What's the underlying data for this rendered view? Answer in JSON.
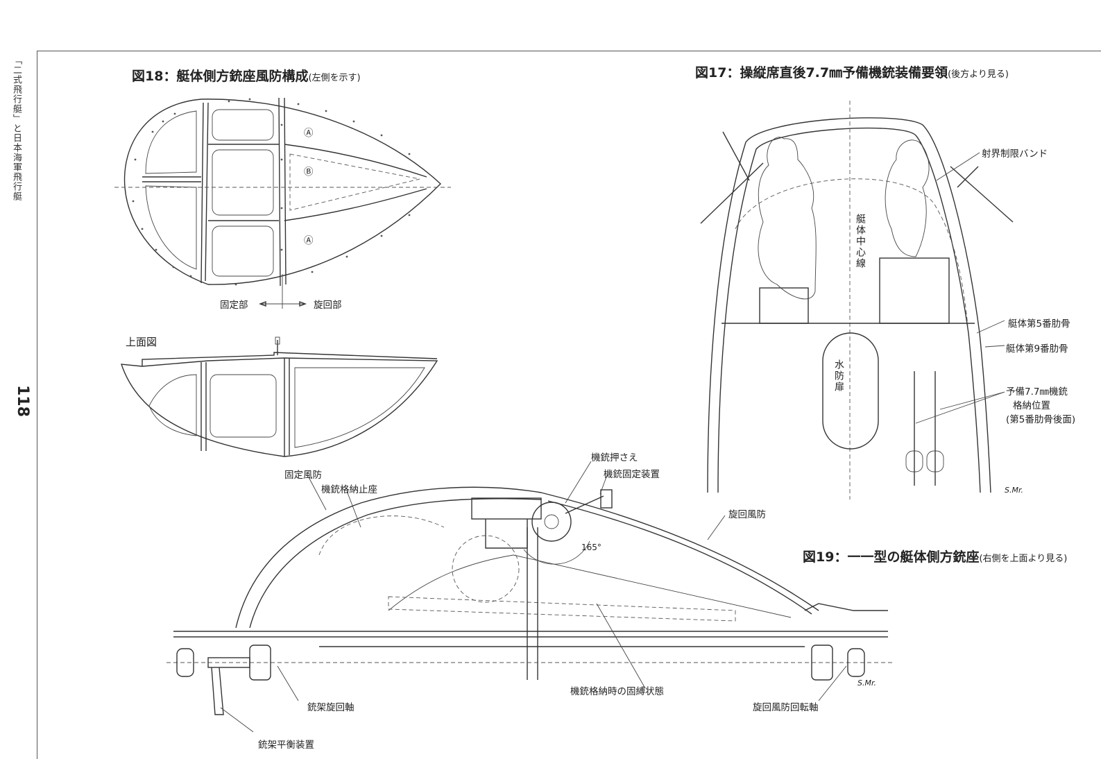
{
  "side_title": "「二式飛行艇」と日本海軍飛行艇",
  "page_number": "118",
  "fig18": {
    "title": "図18：艇体側方銃座風防構成",
    "subtitle": "(左側を示す)",
    "marker_a": "Ⓐ",
    "marker_b": "Ⓑ",
    "label_fixed": "固定部",
    "label_rotating": "旋回部",
    "label_top_view": "上面図"
  },
  "fig17": {
    "title": "図17：操縦席直後7.7㎜予備機銃装備要領",
    "subtitle": "(後方より見る)",
    "label_band": "射界制限バンド",
    "label_centerline": "艇体中心線",
    "label_rib5": "艇体第5番肋骨",
    "label_rib9": "艇体第9番肋骨",
    "label_door": "水防扉",
    "label_spare_gun_1": "予備7.7㎜機銃",
    "label_spare_gun_2": "格納位置",
    "label_spare_gun_3": "(第5番肋骨後面)",
    "signature": "S.Mr."
  },
  "fig19": {
    "title": "図19：一一型の艇体側方銃座",
    "subtitle": "(右側を上面より見る)",
    "label_gun_holder": "機銃押さえ",
    "label_gun_lock": "機銃固定装置",
    "label_fixed_windshield": "固定風防",
    "label_stowage_stop": "機銃格納止座",
    "label_rotating_windshield": "旋回風防",
    "label_angle": "165°",
    "label_mount_axis": "銃架旋回軸",
    "label_stowed_state": "機銃格納時の固縛状態",
    "label_windshield_axis": "旋回風防回転軸",
    "label_balance": "銃架平衡装置",
    "signature": "S.Mr."
  }
}
